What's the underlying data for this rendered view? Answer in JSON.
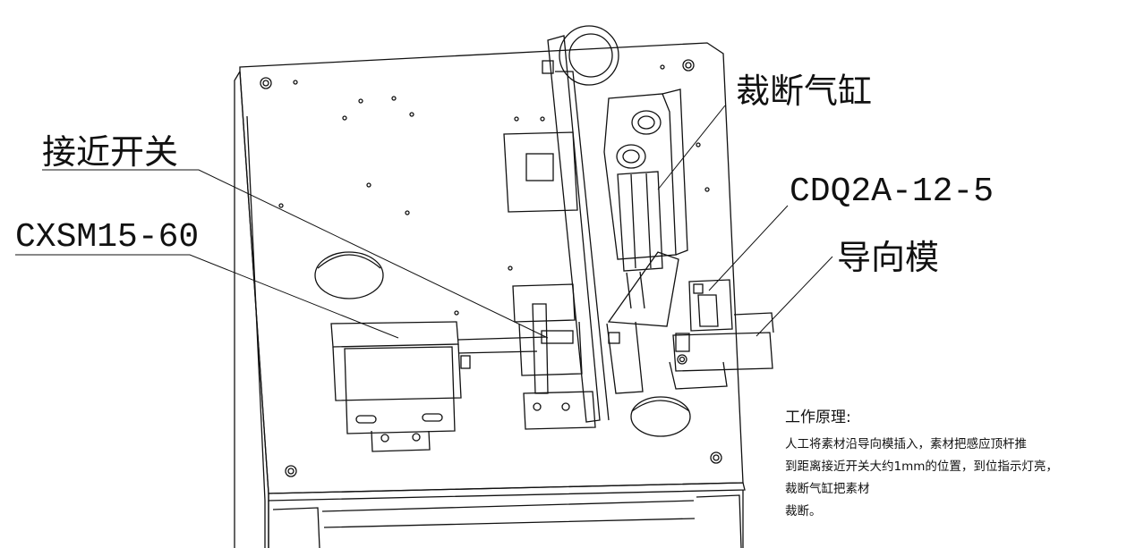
{
  "labels": {
    "cutting_cylinder": "裁断气缸",
    "proximity_switch": "接近开关",
    "slide_cylinder_model": "CXSM15-60",
    "cylinder_model": "CDQ2A-12-5",
    "guide_die": "导向模"
  },
  "description": {
    "title": "工作原理:",
    "lines": [
      "人工将素材沿导向模插入，素材把感应顶杆推",
      "到距离接近开关大约1mm的位置，到位指示灯亮，",
      "裁断气缸把素材",
      "裁断。"
    ]
  },
  "colors": {
    "line": "#111111",
    "background": "#ffffff"
  }
}
